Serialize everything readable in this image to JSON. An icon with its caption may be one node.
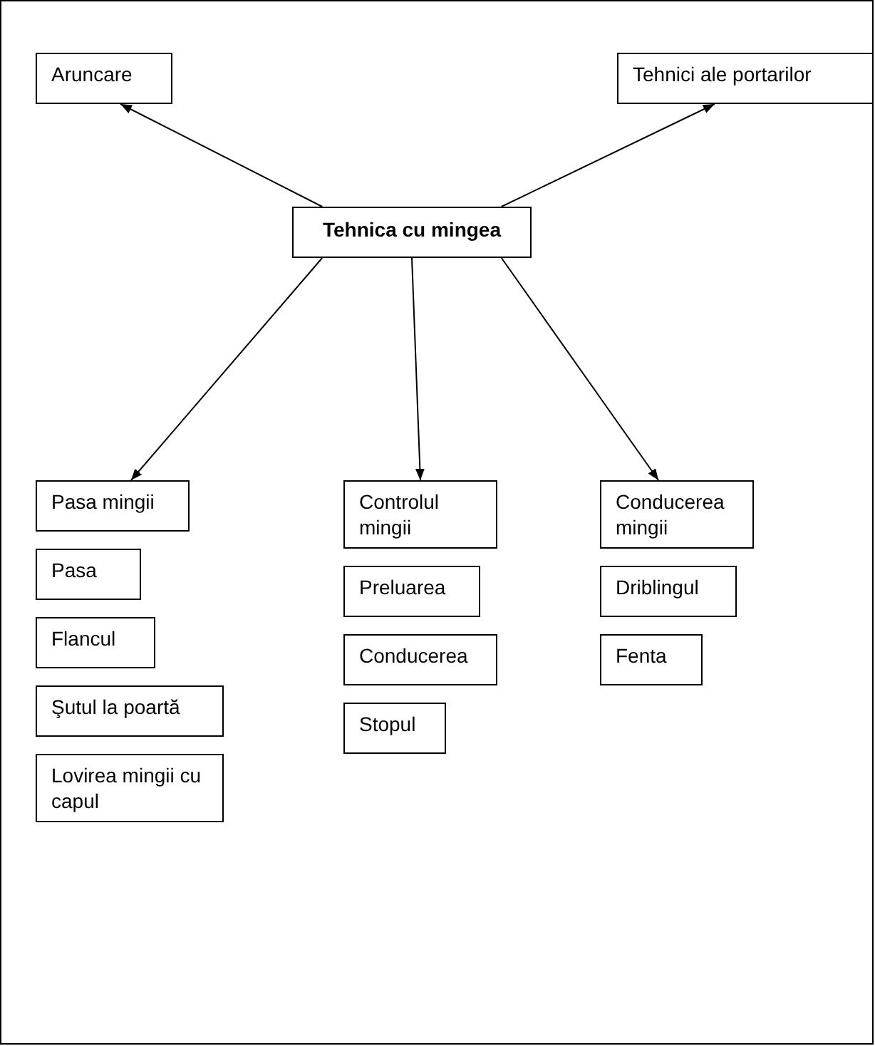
{
  "diagram": {
    "nodes": [
      {
        "text": [
          "Aruncare"
        ]
      },
      {
        "text": [
          "Tehnici ale portarilor"
        ]
      },
      {
        "text": [
          "Tehnica cu mingea"
        ]
      },
      {
        "text": [
          "Pasa mingii"
        ]
      },
      {
        "text": [
          "Pasa"
        ]
      },
      {
        "text": [
          "Flancul"
        ]
      },
      {
        "text": [
          "Şutul la poartă"
        ]
      },
      {
        "text": [
          "Lovirea mingii cu capul"
        ]
      },
      {
        "text": [
          "Controlul mingii"
        ]
      },
      {
        "text": [
          "Preluarea"
        ]
      },
      {
        "text": [
          "Conducerea"
        ]
      },
      {
        "text": [
          "Stopul"
        ]
      },
      {
        "text": [
          "Conducerea mingii"
        ]
      },
      {
        "text": [
          "Driblingul"
        ]
      },
      {
        "text": [
          "Fenta"
        ]
      }
    ],
    "edges": [
      {
        "from": 2,
        "to": 0,
        "arrow": "to"
      },
      {
        "from": 2,
        "to": 1,
        "arrow": "to"
      },
      {
        "from": 2,
        "to": 3,
        "arrow": "to"
      },
      {
        "from": 2,
        "to": 8,
        "arrow": "to"
      },
      {
        "from": 2,
        "to": 12,
        "arrow": "to"
      }
    ]
  }
}
